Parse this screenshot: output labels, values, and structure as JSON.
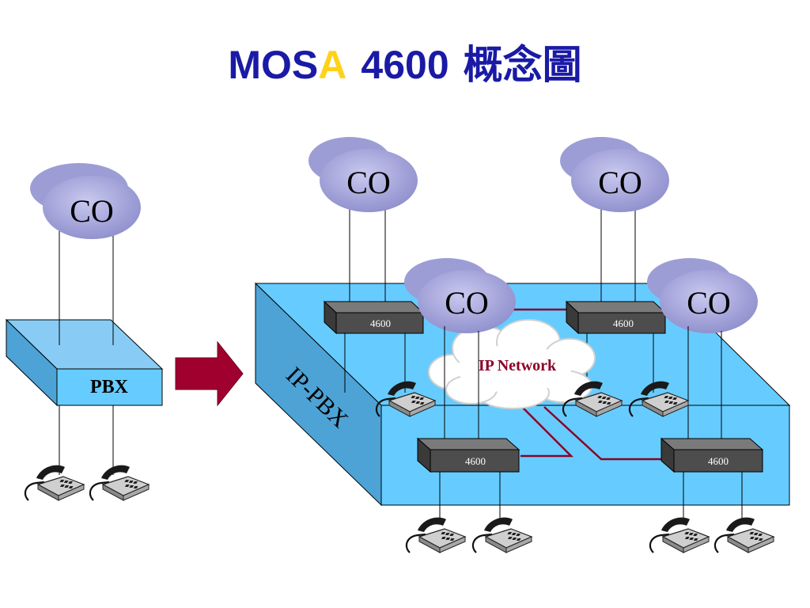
{
  "title": {
    "part1": "MOS",
    "part2": "A",
    "part3": "4600",
    "part4": "概念圖"
  },
  "colors": {
    "title_blue": "#1a1aa6",
    "title_accent": "#ffd21a",
    "cloud_fill": "#9d9dd6",
    "platform_top": "#66ccff",
    "platform_side": "#4da3d6",
    "device_top": "#7a7a7a",
    "device_front": "#4d4d4d",
    "network_line": "#8b0026",
    "arrow": "#a0002e"
  },
  "left": {
    "co_label": "CO",
    "pbx_label": "PBX"
  },
  "ip_pbx": {
    "label": "IP-PBX",
    "network_label": "IP Network",
    "co_labels": [
      "CO",
      "CO",
      "CO",
      "CO"
    ],
    "device_labels": [
      "4600",
      "4600",
      "4600",
      "4600"
    ]
  },
  "icons": [
    "telephone-icon",
    "arrow-right-icon",
    "cloud-icon"
  ]
}
